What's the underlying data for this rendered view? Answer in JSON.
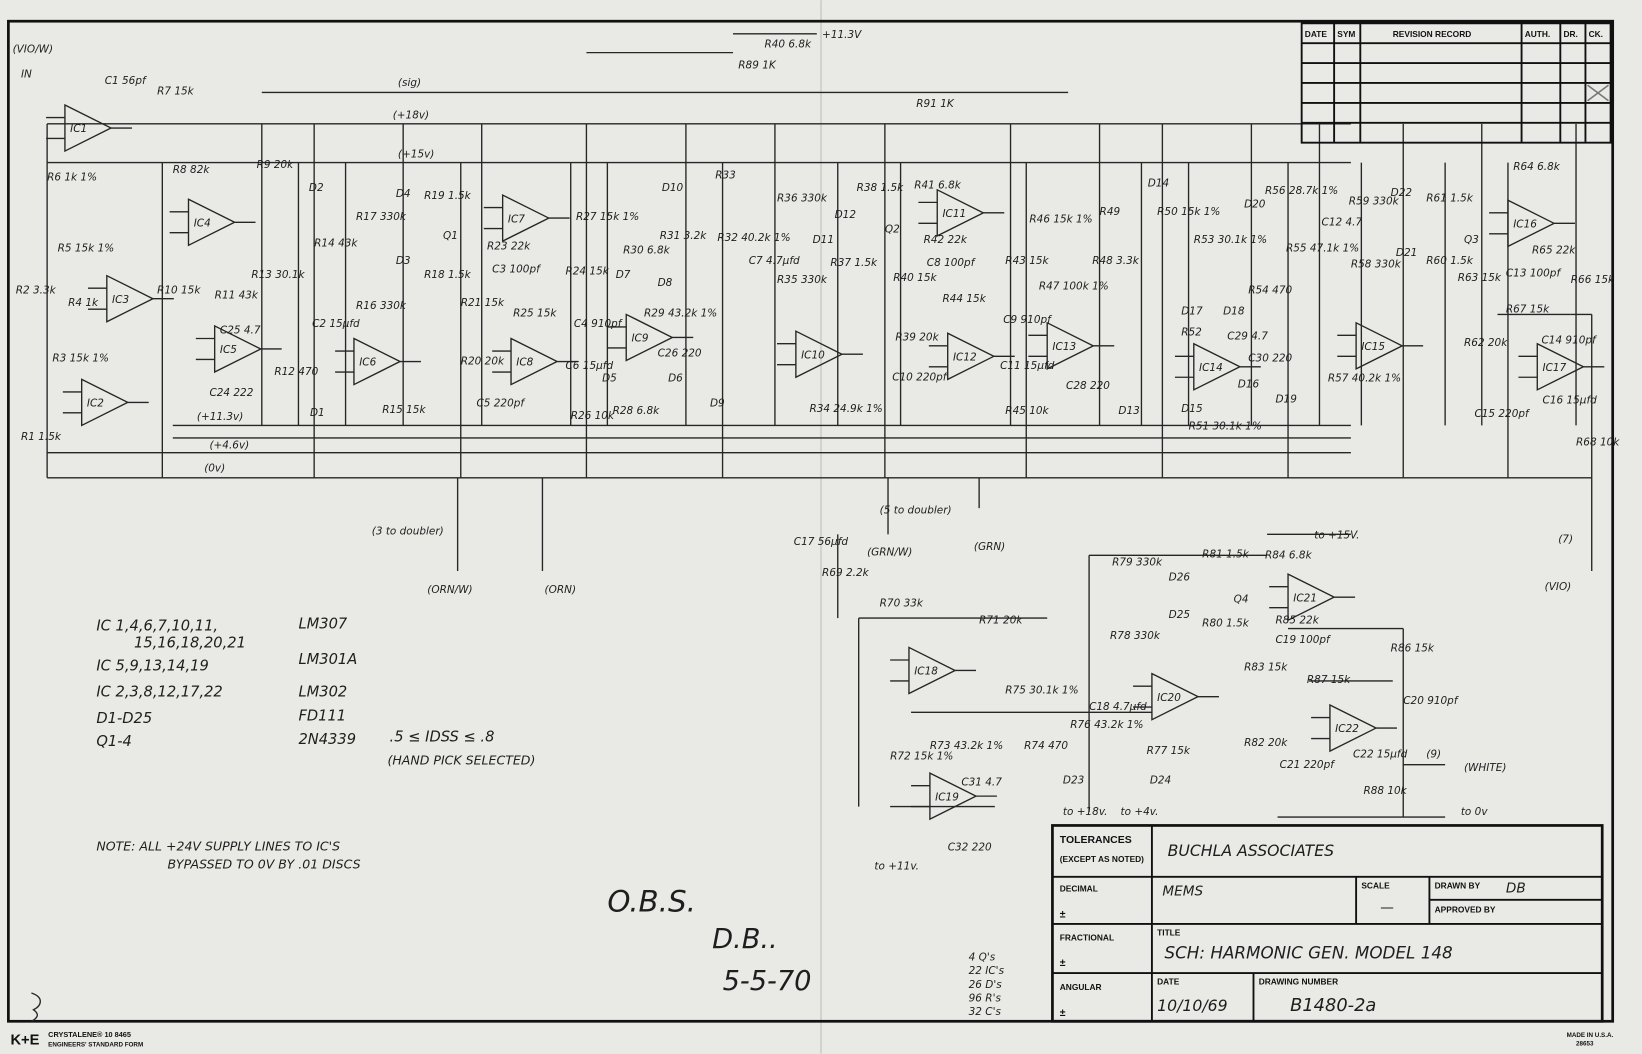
{
  "rails": {
    "in_label": "(VIO/W)",
    "in": "IN",
    "sig": "(sig)",
    "p18": "(+18v)",
    "p15": "(+15v)",
    "p113": "(+11.3v)",
    "p46": "(+4.6v)",
    "zero": "(0v)",
    "top_supply": "+11.3V"
  },
  "opamps": [
    "IC1",
    "IC4",
    "IC3",
    "IC5",
    "IC2",
    "IC6",
    "IC7",
    "IC8",
    "IC9",
    "IC10",
    "IC11",
    "IC12",
    "IC13",
    "IC14",
    "IC15",
    "IC16",
    "IC17",
    "IC18",
    "IC19",
    "IC20",
    "IC21",
    "IC22"
  ],
  "labels": [
    "C1 56pf",
    "R7 15k",
    "R40 6.8k",
    "R89 1K",
    "R91 1K",
    "R6 1k 1%",
    "R8 82k",
    "R9 20k",
    "R13 30.1k",
    "R11 43k",
    "R10 15k",
    "R2 3.3k",
    "R4 1k",
    "R5 15k 1%",
    "R3 15k 1%",
    "R1 1.5k",
    "R14 43k",
    "R17 330k",
    "R16 330k",
    "R15 15k",
    "R19 1.5k",
    "R18 1.5k",
    "R23 22k",
    "C3 100pf",
    "R21 15k",
    "R20 20k",
    "C5 220pf",
    "R25 15k",
    "R24 15k",
    "C4 910pf",
    "R26 10k",
    "R27 15k 1%",
    "R30 6.8k",
    "R31 3.2k",
    "R29 43.2k 1%",
    "R28 6.8k",
    "R32 40.2k 1%",
    "R33",
    "C7 4.7µfd",
    "R36 330k",
    "R35 330k",
    "R37 1.5k",
    "R38 1.5k",
    "R34 24.9k 1%",
    "R41 6.8k",
    "R42 22k",
    "C8 100pf",
    "R40 15k",
    "R39 20k",
    "R44 15k",
    "C10 220pf",
    "C9 910pf",
    "R43 15k",
    "R45 10k",
    "R46 15k 1%",
    "R47 100k 1%",
    "R48 3.3k",
    "R49",
    "R50 15k 1%",
    "R53 30.1k 1%",
    "R52",
    "C29 4.7",
    "R54 470",
    "R51 30.1k 1%",
    "R55 47.1k 1%",
    "R56 28.7k 1%",
    "C12 4.7",
    "R57 40.2k 1%",
    "R58 330k",
    "R59 330k",
    "R61 1.5k",
    "R60 1.5k",
    "R62 20k",
    "R63 15k",
    "R64 6.8k",
    "R65 22k",
    "C13 100pf",
    "R67 15k",
    "R66 15k",
    "C14 910pf",
    "C16 15µfd",
    "C15 220pf",
    "R68 10k",
    "C17 56µfd",
    "R69 2.2k",
    "R70 33k",
    "R71 20k",
    "R72 15k 1%",
    "R73 43.2k 1%",
    "R74 470",
    "C31 4.7",
    "C32 220",
    "R75 30.1k 1%",
    "R76 43.2k 1%",
    "C18 4.7µfd",
    "R77 15k",
    "D23",
    "D24",
    "R78 330k",
    "R79 330k",
    "D26",
    "D25",
    "R81 1.5k",
    "R80 1.5k",
    "Q4",
    "R84 6.8k",
    "R85 22k",
    "C19 100pf",
    "R83 15k",
    "R82 20k",
    "R87 15k",
    "R86 15k",
    "C20 910pf",
    "C22 15µfd",
    "C21 220pf",
    "R88 10k",
    "D2",
    "D1",
    "D4",
    "D3",
    "Q1",
    "D10",
    "D7",
    "D8",
    "D5",
    "D6",
    "D9",
    "D12",
    "D11",
    "Q2",
    "D13",
    "D14",
    "D17",
    "D18",
    "D15",
    "D16",
    "D19",
    "D20",
    "D22",
    "D21",
    "Q3",
    "C2 15µfd",
    "C25 4.7",
    "C24 222",
    "R12 470",
    "C6 15µfd",
    "C11 15µfd",
    "C28 220",
    "C30 220",
    "C26 220"
  ],
  "outputs": {
    "o3": "(3 to doubler)",
    "orn_w": "(ORN/W)",
    "orn": "(ORN)",
    "o5": "(5 to doubler)",
    "grn_w": "(GRN/W)",
    "grn": "(GRN)",
    "o7": "(7)",
    "vio": "(VIO)",
    "o9": "(9)",
    "white": "(WHITE)",
    "to15": "to +15V.",
    "to0": "to 0v",
    "to18": "to +18v.",
    "to4": "to +4v.",
    "to11": "to +11v."
  },
  "parts_list": [
    {
      "ics": "IC 1,4,6,7,10,11,",
      "part": "LM307"
    },
    {
      "ics": "15,16,18,20,21",
      "part": ""
    },
    {
      "ics": "IC 5,9,13,14,19",
      "part": "LM301A"
    },
    {
      "ics": "IC 2,3,8,12,17,22",
      "part": "LM302"
    },
    {
      "ics": "D1-D25",
      "part": "FD111"
    },
    {
      "ics": "Q1-4",
      "part": "2N4339"
    }
  ],
  "idss_note": ".5 ≤ IDSS ≤ .8",
  "hand_pick": "(HAND PICK SELECTED)",
  "note_line1": "NOTE: ALL +24V SUPPLY LINES TO IC'S",
  "note_line2": "BYPASSED TO 0V BY .01 DISCS",
  "obs": "O.B.S.",
  "obs_initials": "D.B..",
  "obs_date": "5-5-70",
  "counts": [
    "4 Q's",
    "22 IC's",
    "26 D's",
    "96 R's",
    "32 C's"
  ],
  "revision": {
    "headers": [
      "DATE",
      "SYM",
      "REVISION RECORD",
      "AUTH.",
      "DR.",
      "CK."
    ]
  },
  "title_block": {
    "tolerances": "TOLERANCES",
    "except": "(EXCEPT AS NOTED)",
    "company": "BUCHLA ASSOCIATES",
    "decimal": "DECIMAL",
    "fractional": "FRACTIONAL",
    "angular": "ANGULAR",
    "pm": "±",
    "material": "MEMS",
    "scale_label": "SCALE",
    "scale_value": "—",
    "drawn_by_label": "DRAWN BY",
    "drawn_by": "DB",
    "approved_by_label": "APPROVED BY",
    "title_label": "TITLE",
    "title": "SCH: HARMONIC GEN. MODEL 148",
    "date_label": "DATE",
    "date": "10/10/69",
    "drawing_number_label": "DRAWING NUMBER",
    "drawing_number": "B1480-2a"
  },
  "footer": {
    "brand": "K+E",
    "crystalene": "CRYSTALENE® 10 8465",
    "form": "ENGINEERS' STANDARD FORM",
    "made_in": "MADE IN U.S.A.",
    "code": "28653"
  }
}
